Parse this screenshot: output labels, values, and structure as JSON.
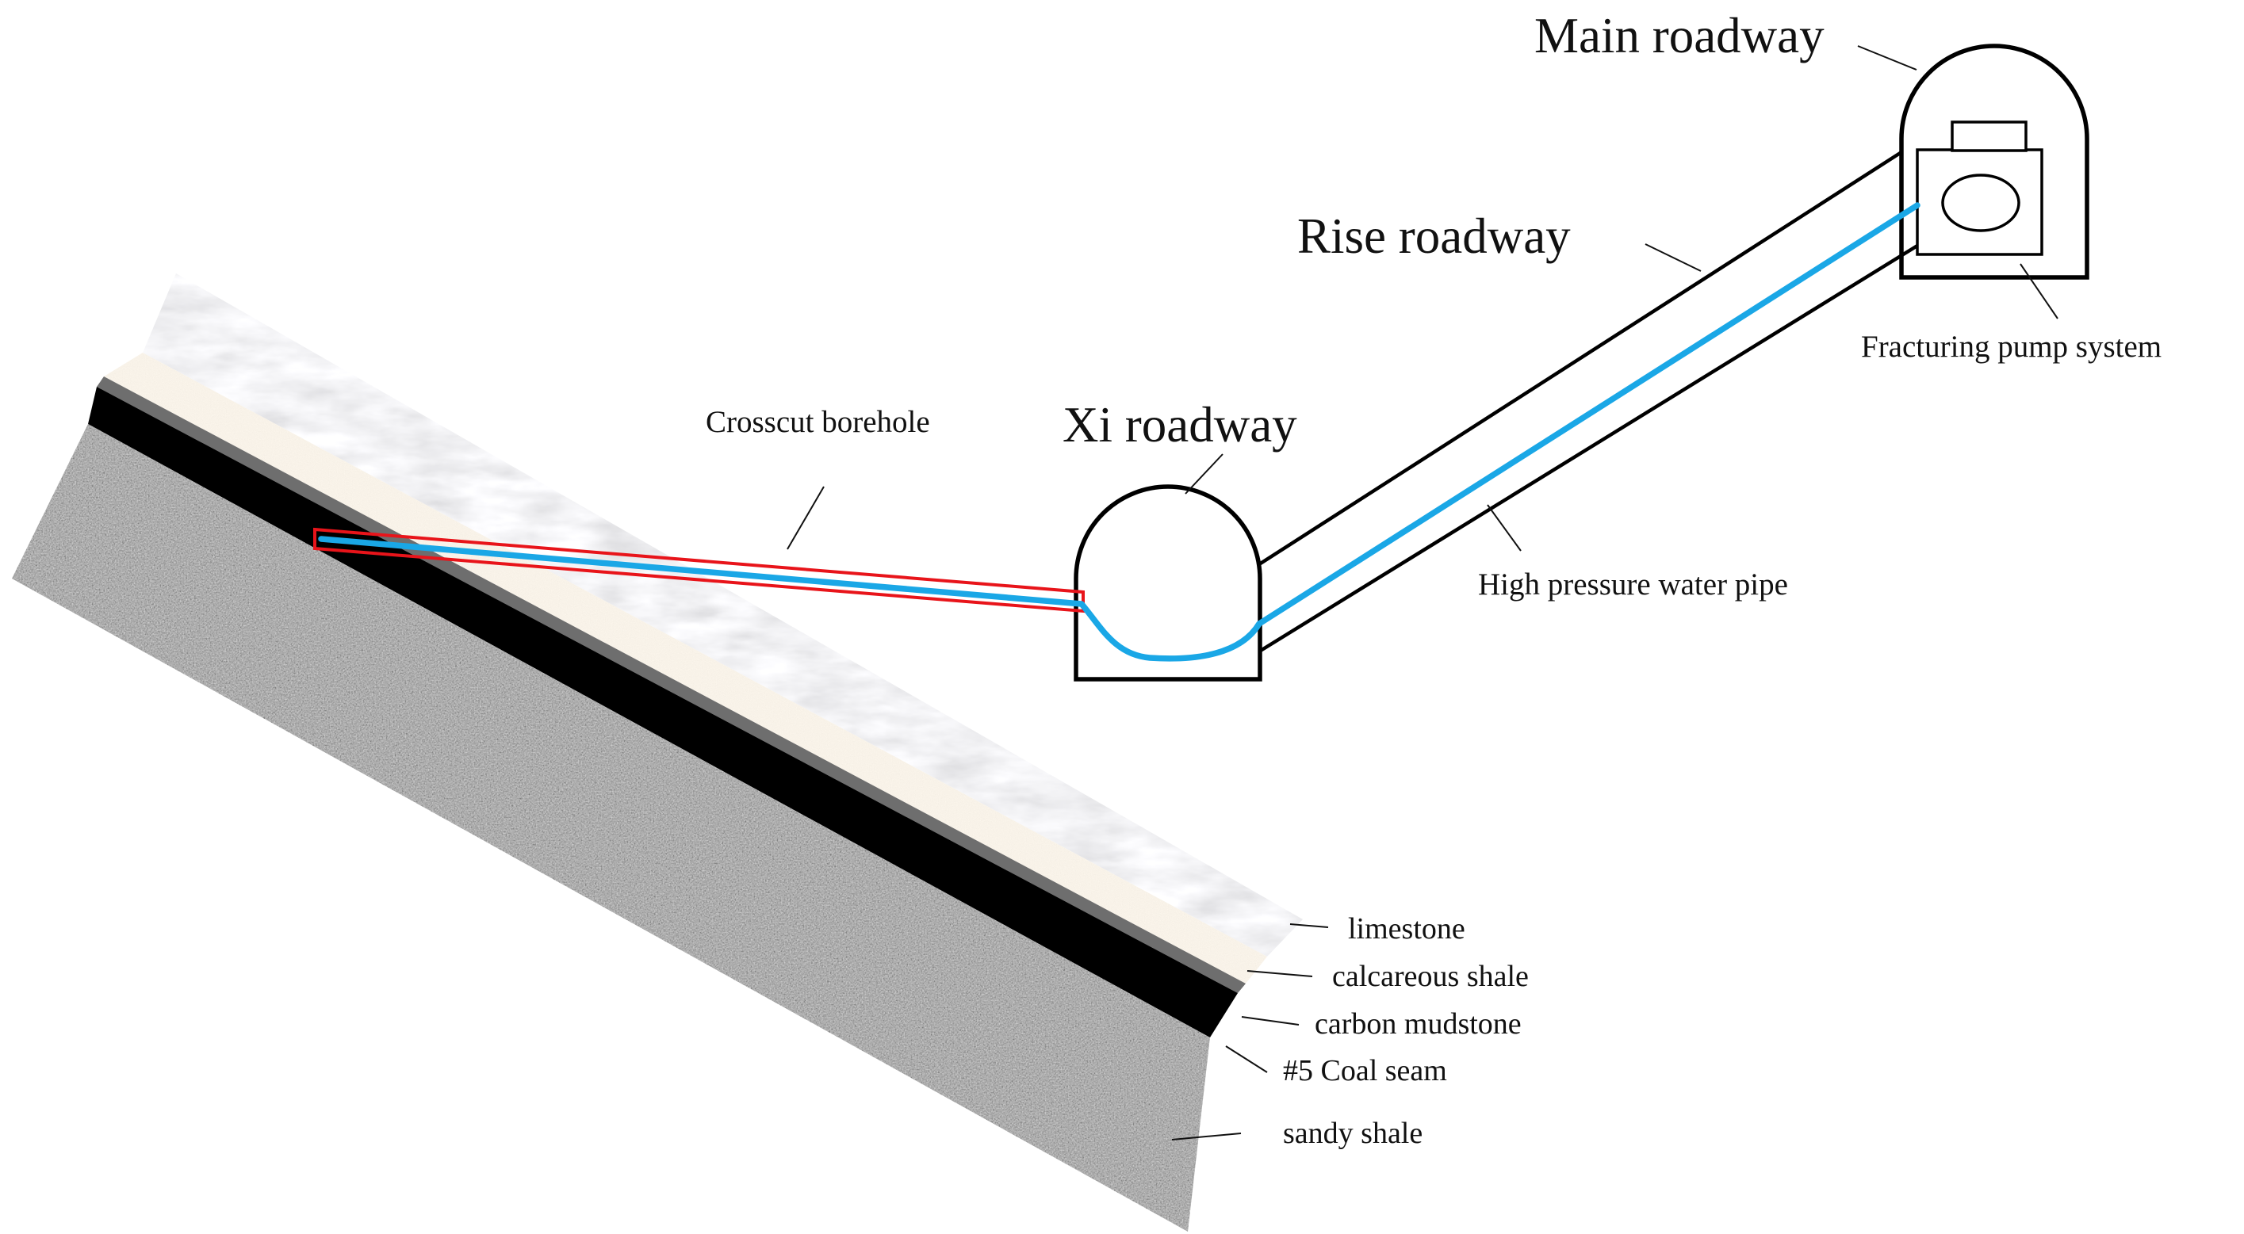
{
  "labels": {
    "main_roadway": "Main roadway",
    "rise_roadway": "Rise roadway",
    "xi_roadway": "Xi roadway",
    "crosscut_borehole": "Crosscut borehole",
    "fracturing_pump_system": "Fracturing pump system",
    "high_pressure_water_pipe": "High pressure water pipe"
  },
  "strata": [
    {
      "name": "limestone"
    },
    {
      "name": "calcareous shale"
    },
    {
      "name": "carbon mudstone"
    },
    {
      "name": "#5 Coal seam"
    },
    {
      "name": "sandy shale"
    }
  ],
  "colors": {
    "water_pipe": "#1aa7e6",
    "borehole_outline": "#e8141a",
    "limestone": "#cfd2d6",
    "calcareous_shale": "#e6dccb",
    "carbon_mudstone": "#707070",
    "coal_seam": "#000000",
    "sandy_shale": "#9a9a9a"
  }
}
